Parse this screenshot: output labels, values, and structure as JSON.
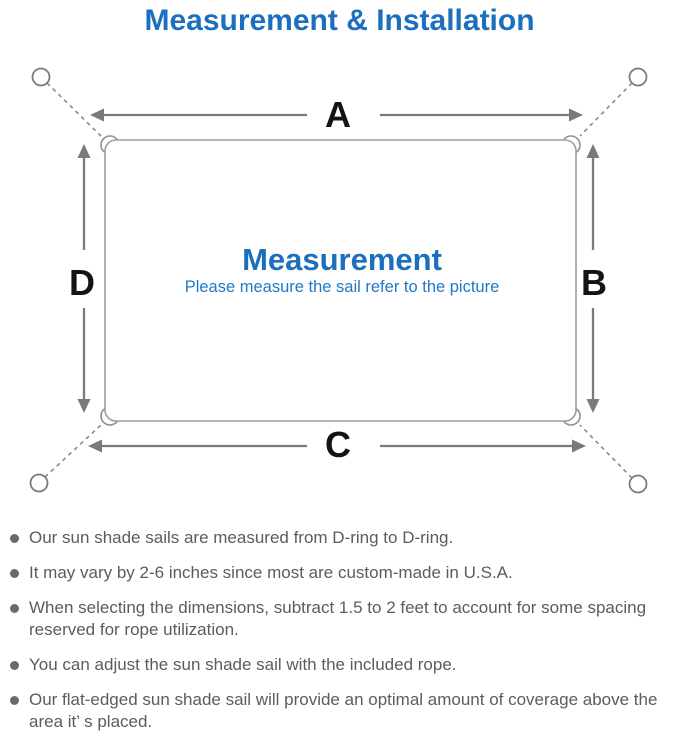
{
  "title": "Measurement & Installation",
  "diagram": {
    "heading": "Measurement",
    "subheading": "Please measure the sail refer to the picture",
    "labels": {
      "top": "A",
      "right": "B",
      "bottom": "C",
      "left": "D"
    }
  },
  "notes": {
    "items": [
      "Our sun shade sails are measured from D-ring to D-ring.",
      "It may vary by 2-6 inches since most are custom-made in U.S.A.",
      "When selecting the dimensions, subtract 1.5 to 2 feet to account for some spacing reserved for rope utilization.",
      "You can adjust the sun shade sail with the included rope.",
      "Our flat-edged sun shade sail will provide an optimal amount of coverage above the area it’ s placed."
    ]
  },
  "colors": {
    "accent_blue": "#1b6fbe",
    "subtitle_blue": "#1f78c8",
    "line_gray": "#7a7a7a",
    "sail_outline_gray": "#9d9d9d",
    "note_text_gray": "#5c5c5c",
    "label_black": "#141414"
  }
}
